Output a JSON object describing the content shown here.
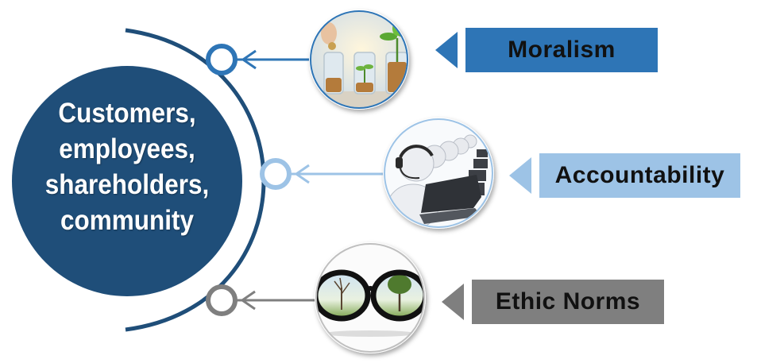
{
  "center": {
    "lines": [
      "Customers,",
      "employees,",
      "shareholders,",
      "community"
    ]
  },
  "items": [
    {
      "label": "Moralism",
      "color": "#2e75b6",
      "image": "coin-jars-plants-icon"
    },
    {
      "label": "Accountability",
      "color": "#9dc3e6",
      "image": "call-center-agents-icon"
    },
    {
      "label": "Ethic Norms",
      "color": "#7f7f7f",
      "image": "eyeglasses-trees-icon"
    }
  ],
  "colors": {
    "center_circle": "#1f4e79",
    "arc": "#1f4e79"
  }
}
